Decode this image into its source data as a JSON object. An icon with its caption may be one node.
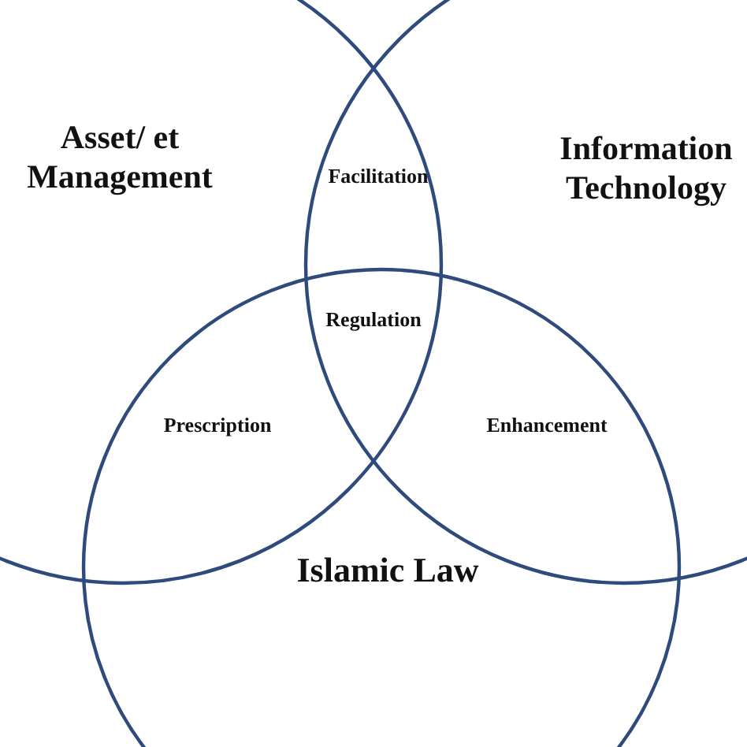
{
  "diagram": {
    "nodes": [
      {
        "text": [
          "Asset/ et Management"
        ]
      },
      {
        "text": [
          "Information Technology"
        ]
      },
      {
        "text": [
          "Islamic Law"
        ]
      }
    ],
    "labels": [
      "Facilitation",
      "Regulation",
      "Prescription",
      "Enhancement"
    ]
  }
}
